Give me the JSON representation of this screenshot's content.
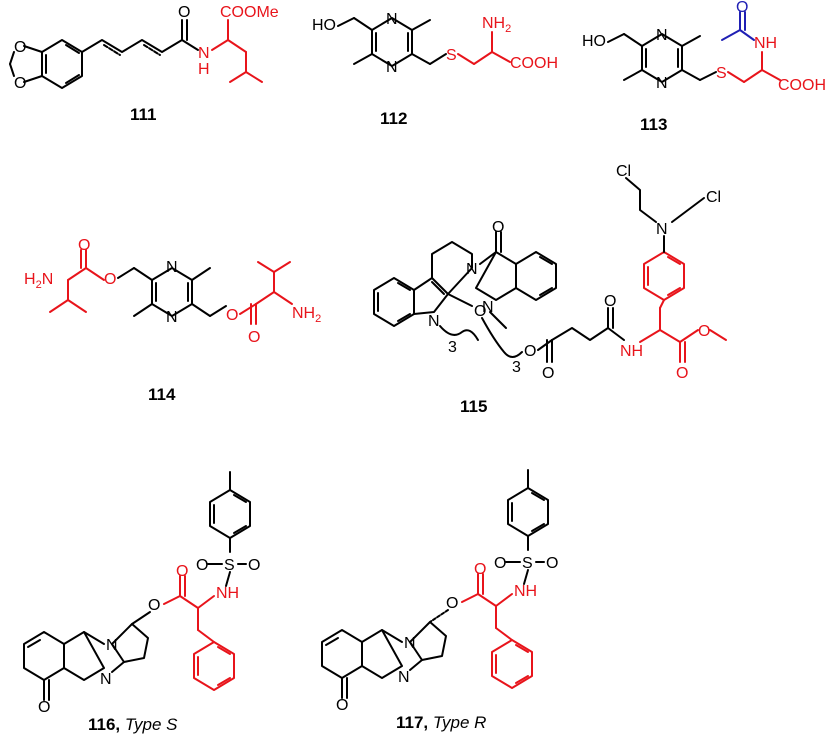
{
  "colors": {
    "black": "#000000",
    "red": "#e8141b",
    "blue": "#1f1fb4"
  },
  "compounds": [
    {
      "id": "111",
      "caption_number": "111",
      "caption_suffix": ""
    },
    {
      "id": "112",
      "caption_number": "112",
      "caption_suffix": ""
    },
    {
      "id": "113",
      "caption_number": "113",
      "caption_suffix": ""
    },
    {
      "id": "114",
      "caption_number": "114",
      "caption_suffix": ""
    },
    {
      "id": "115",
      "caption_number": "115",
      "caption_suffix": ""
    },
    {
      "id": "116",
      "caption_number": "116,",
      "caption_suffix": "Type S"
    },
    {
      "id": "117",
      "caption_number": "117,",
      "caption_suffix": "Type R"
    }
  ],
  "labels": {
    "coome": "COOMe",
    "o": "O",
    "h": "H",
    "n": "N",
    "ho": "HO",
    "nh2": "NH",
    "nh2_sub": "2",
    "s": "S",
    "cooh": "COOH",
    "nh": "NH",
    "h2n": "H",
    "h2n_sub": "2",
    "h2n_n": "N",
    "cl": "Cl",
    "three": "3",
    "so": "S"
  }
}
